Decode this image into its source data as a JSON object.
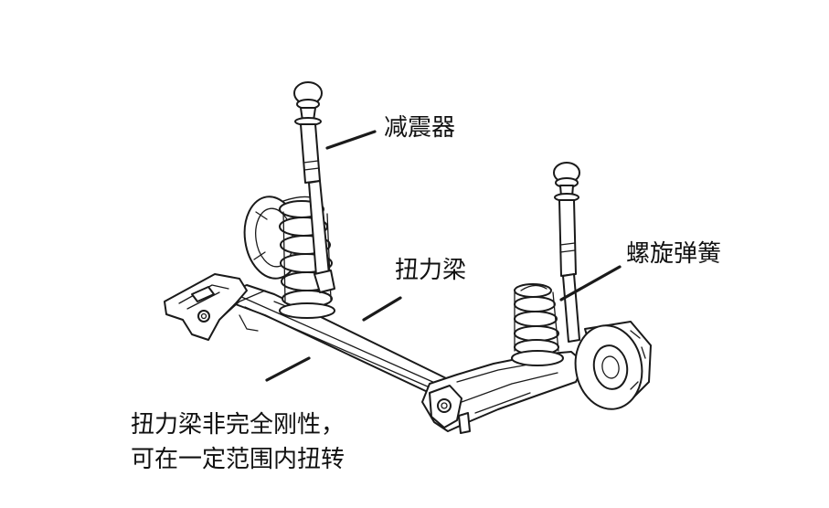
{
  "labels": {
    "shock_absorber": "减震器",
    "torsion_beam": "扭力梁",
    "coil_spring": "螺旋弹簧",
    "note_line1": "扭力梁非完全刚性，",
    "note_line2": "可在一定范围内扭转"
  },
  "colors": {
    "ink": "#1a1a1a",
    "background": "#ffffff"
  }
}
